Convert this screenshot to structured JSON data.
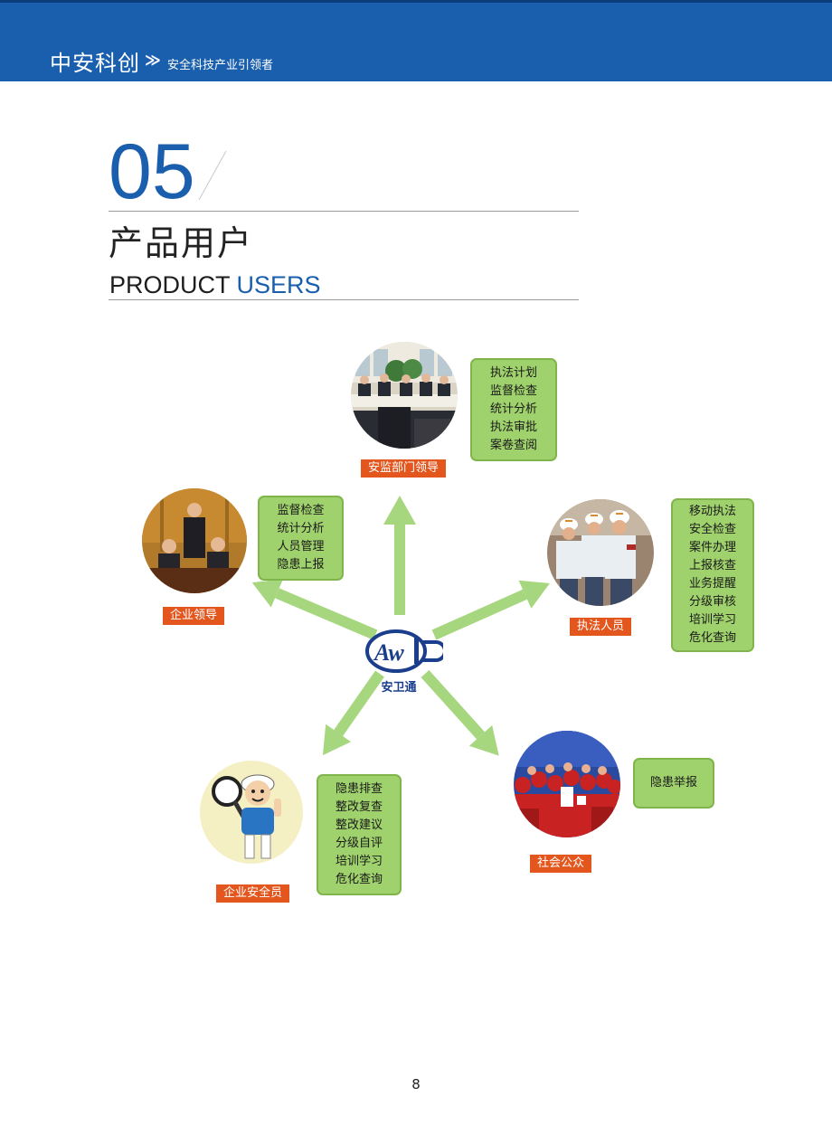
{
  "header": {
    "brand": "中安科创",
    "chevron": "≫",
    "slogan": "安全科技产业引领者"
  },
  "section": {
    "number": "05",
    "title_cn": "产品用户",
    "title_en_a": "PRODUCT",
    "title_en_b": "USERS"
  },
  "hub": {
    "label": "安卫通",
    "logo_letters": "AWT"
  },
  "users": {
    "top": {
      "tag": "安监部门领导",
      "functions": [
        "执法计划",
        "监督检查",
        "统计分析",
        "执法审批",
        "案卷查阅"
      ]
    },
    "left": {
      "tag": "企业领导",
      "functions": [
        "监督检查",
        "统计分析",
        "人员管理",
        "隐患上报"
      ]
    },
    "right": {
      "tag": "执法人员",
      "functions": [
        "移动执法",
        "安全检查",
        "案件办理",
        "上报核查",
        "业务提醒",
        "分级审核",
        "培训学习",
        "危化查询"
      ]
    },
    "bottom_left": {
      "tag": "企业安全员",
      "functions": [
        "隐患排查",
        "整改复查",
        "整改建议",
        "分级自评",
        "培训学习",
        "危化查询"
      ]
    },
    "bottom_right": {
      "tag": "社会公众",
      "functions": [
        "隐患举报"
      ]
    }
  },
  "colors": {
    "brand_blue": "#1a5fae",
    "tag_orange": "#e3571f",
    "box_green": "#9fd16c",
    "arrow_green": "#a6d67e"
  },
  "page_number": "8"
}
